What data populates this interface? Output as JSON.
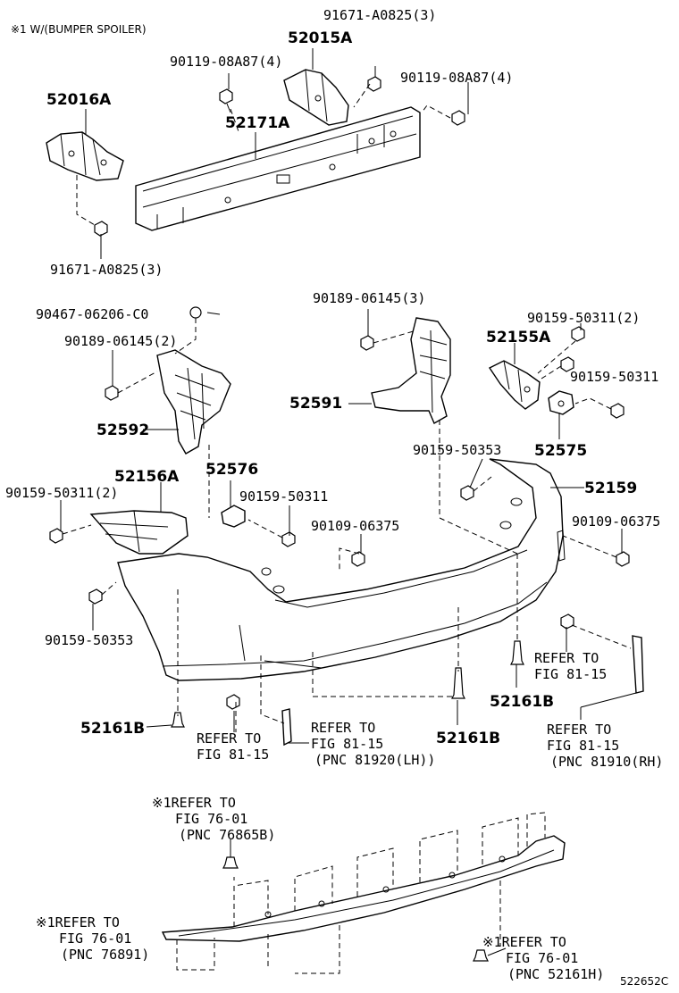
{
  "header_note": "※1 W/(BUMPER SPOILER)",
  "diagram_id": "522652C",
  "labels": {
    "p52015A": "52015A",
    "p52016A": "52016A",
    "p52171A": "52171A",
    "bolt_a0825_top": "91671-A0825(3)",
    "bolt_a0825_bottom": "91671-A0825(3)",
    "bolt_08a87_left": "90119-08A87(4)",
    "bolt_08a87_right": "90119-08A87(4)",
    "nut_06206": "90467-06206-C0",
    "screw_06145_left": "90189-06145(2)",
    "screw_06145_center": "90189-06145(3)",
    "p52592": "52592",
    "p52591": "52591",
    "p52155A": "52155A",
    "clip_50311_2_right": "90159-50311(2)",
    "clip_50311_right": "90159-50311",
    "p52575": "52575",
    "clip_50353_center": "90159-50353",
    "p52159": "52159",
    "screw_06375_right": "90109-06375",
    "p52156A": "52156A",
    "p52576": "52576",
    "clip_50311_2_left": "90159-50311(2)",
    "clip_50311_center": "90159-50311",
    "screw_06375_center": "90109-06375",
    "clip_50353_left": "90159-50353",
    "p52161B_left": "52161B",
    "p52161B_center": "52161B",
    "p52161B_right": "52161B",
    "refer_a_line1": "REFER TO",
    "refer_a_line2": "FIG 81-15",
    "refer_b_line1": "REFER TO",
    "refer_b_line2": "FIG 81-15",
    "refer_c_line1": "REFER TO",
    "refer_c_line2": "FIG 81-15",
    "refer_c_line3": "(PNC 81920(LH))",
    "refer_d_line1": "REFER TO",
    "refer_d_line2": "FIG 81-15",
    "refer_d_line3": "(PNC 81910(RH)",
    "spoiler_a_line1": "※1REFER TO",
    "spoiler_a_line2": "FIG 76-01",
    "spoiler_a_line3": "(PNC 76865B)",
    "spoiler_b_line1": "※1REFER TO",
    "spoiler_b_line2": "FIG 76-01",
    "spoiler_b_line3": "(PNC 76891)",
    "spoiler_c_line1": "※1REFER TO",
    "spoiler_c_line2": "FIG 76-01",
    "spoiler_c_line3": "(PNC 52161H)"
  }
}
